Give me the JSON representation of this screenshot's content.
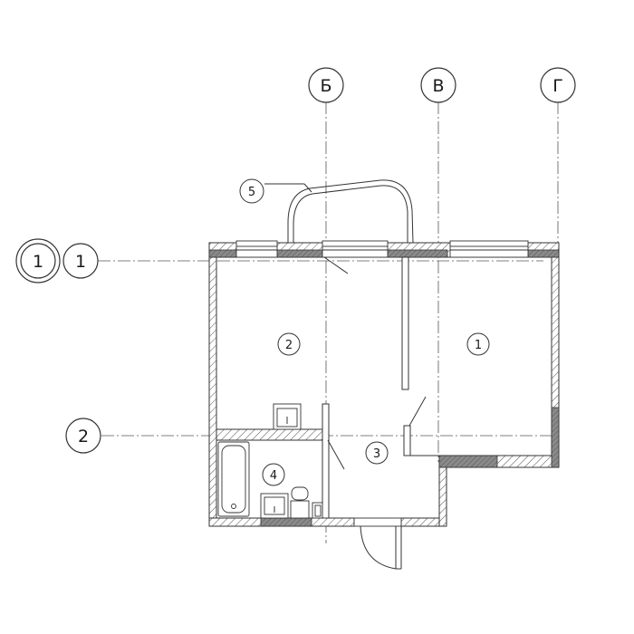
{
  "plan": {
    "axes": {
      "b": "Б",
      "v": "В",
      "g": "Г",
      "row_1": "1",
      "row_2": "2"
    },
    "section_marker": "1",
    "rooms": {
      "r1": "1",
      "r2": "2",
      "r3": "3",
      "r4": "4",
      "r5": "5"
    },
    "colors": {
      "line": "#333333",
      "wall_fill": "#ffffff",
      "column_fill": "#777777",
      "hatch": "#555555"
    }
  }
}
